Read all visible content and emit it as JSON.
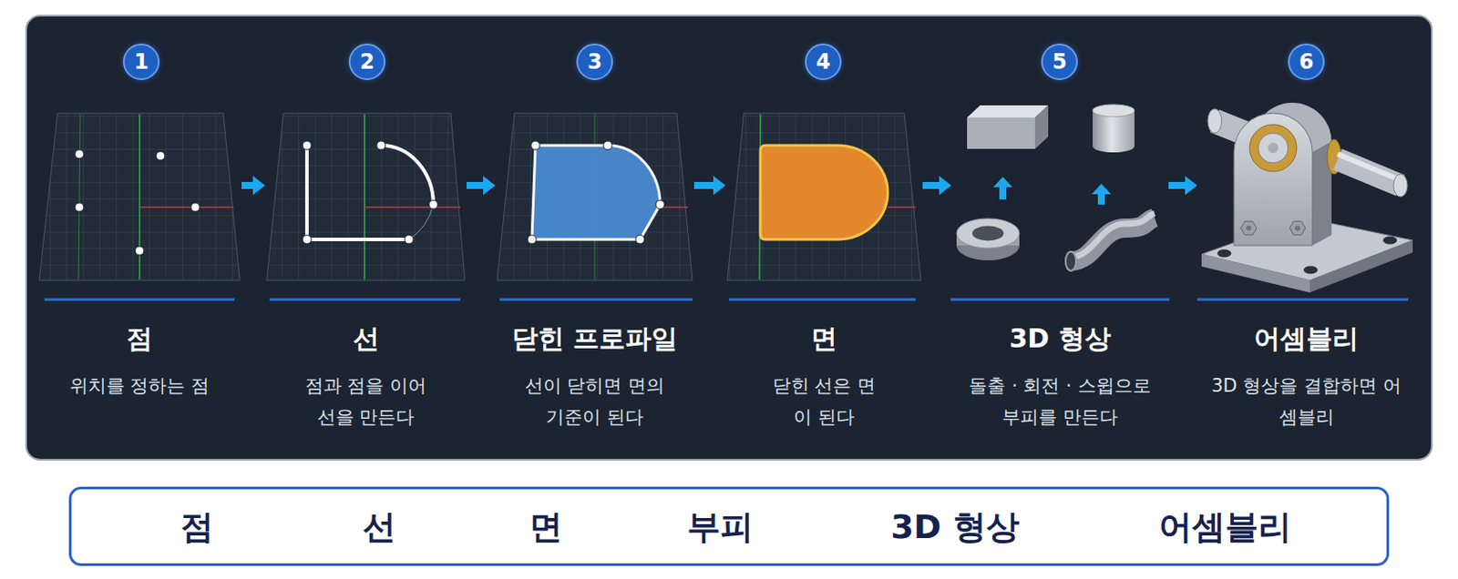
{
  "diagram": {
    "nodes": [
      {
        "text": [
          "1"
        ]
      },
      {
        "text": [
          "2"
        ]
      },
      {
        "text": [
          "3"
        ]
      },
      {
        "text": [
          "4"
        ]
      },
      {
        "text": [
          "5"
        ]
      },
      {
        "text": [
          "6"
        ]
      },
      {
        "text": [
          "점",
          "위치를 정하는 점"
        ]
      },
      {
        "text": [
          "선",
          "점과 점을 이어 선을 만든다"
        ]
      },
      {
        "text": [
          "닫힌 프로파일",
          "선이 닫히면 면의 기준이 된다"
        ]
      },
      {
        "text": [
          "면",
          "닫힌 선은 면이 된다"
        ]
      },
      {
        "text": [
          "3D 형상",
          "돌출 · 회전 · 스윕으로 부피를 만든다"
        ]
      },
      {
        "text": [
          "어셈블리",
          "3D 형상을 결합하면 어셈블리"
        ]
      },
      {
        "text": [
          "점",
          "선",
          "면",
          "부피",
          "3D 형상",
          "어셈블리"
        ]
      }
    ],
    "edges": [
      {
        "from": 6,
        "to": 7,
        "arrow": "to"
      },
      {
        "from": 7,
        "to": 8,
        "arrow": "to"
      },
      {
        "from": 8,
        "to": 9,
        "arrow": "to"
      },
      {
        "from": 9,
        "to": 10,
        "arrow": "to"
      },
      {
        "from": 10,
        "to": 11,
        "arrow": "to"
      }
    ]
  }
}
